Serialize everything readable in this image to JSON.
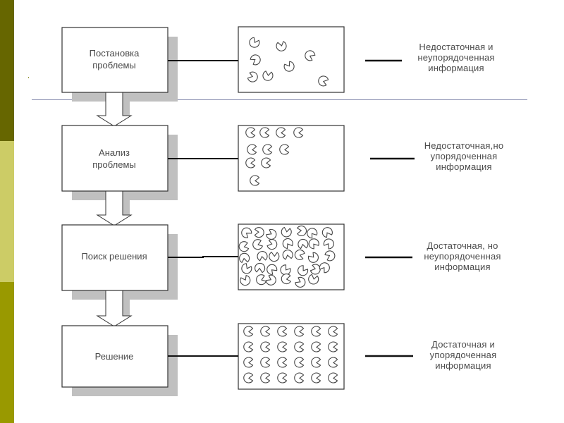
{
  "slide": {
    "theme_colors": {
      "band_dark": "#666600",
      "band_light": "#cccc66",
      "band_mid": "#999900",
      "divider": "#8a8fb0",
      "shadow": "#c0c0c0",
      "stroke": "#333333",
      "text": "#4a4a4a"
    }
  },
  "stages": [
    {
      "title_line1": "Постановка",
      "title_line2": "проблемы",
      "info_line1": "Недостаточная и",
      "info_line2": "неупорядоченная",
      "info_line3": "информация",
      "pattern": "sparse-random",
      "piece_count": 9
    },
    {
      "title_line1": "Анализ",
      "title_line2": "проблемы",
      "info_line1": "Недостаточная,но",
      "info_line2": "упорядоченная",
      "info_line3": "информация",
      "pattern": "sparse-ordered",
      "piece_count": 10
    },
    {
      "title_line1": "Поиск решения",
      "title_line2": "",
      "info_line1": "Достаточная, но",
      "info_line2": "неупорядоченная",
      "info_line3": "информация",
      "pattern": "dense-random",
      "piece_count": 34
    },
    {
      "title_line1": "Решение",
      "title_line2": "",
      "info_line1": "Достаточная и",
      "info_line2": "упорядоченная",
      "info_line3": "информация",
      "pattern": "dense-ordered",
      "piece_count": 24
    }
  ]
}
